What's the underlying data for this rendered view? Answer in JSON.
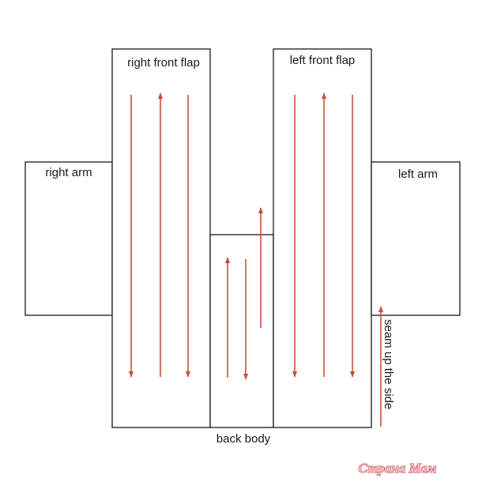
{
  "labels": {
    "right_front_flap": "right front flap",
    "left_front_flap": "left front flap",
    "right_arm": "right arm",
    "left_arm": "left arm",
    "back_body": "back body",
    "seam_up_the_side": "seam up the side"
  },
  "watermark": "Страна Мам",
  "colors": {
    "outline": "#1a1a1a",
    "arrow": "#c9503a",
    "watermark_fill": "#f7b9bd",
    "watermark_stroke": "#b23a4a"
  },
  "arrows": {
    "right_front_flap": [
      "down",
      "up",
      "down"
    ],
    "back_body": [
      "up",
      "down",
      "up"
    ],
    "left_front_flap": [
      "down",
      "up",
      "down"
    ],
    "seam": [
      "up"
    ]
  }
}
